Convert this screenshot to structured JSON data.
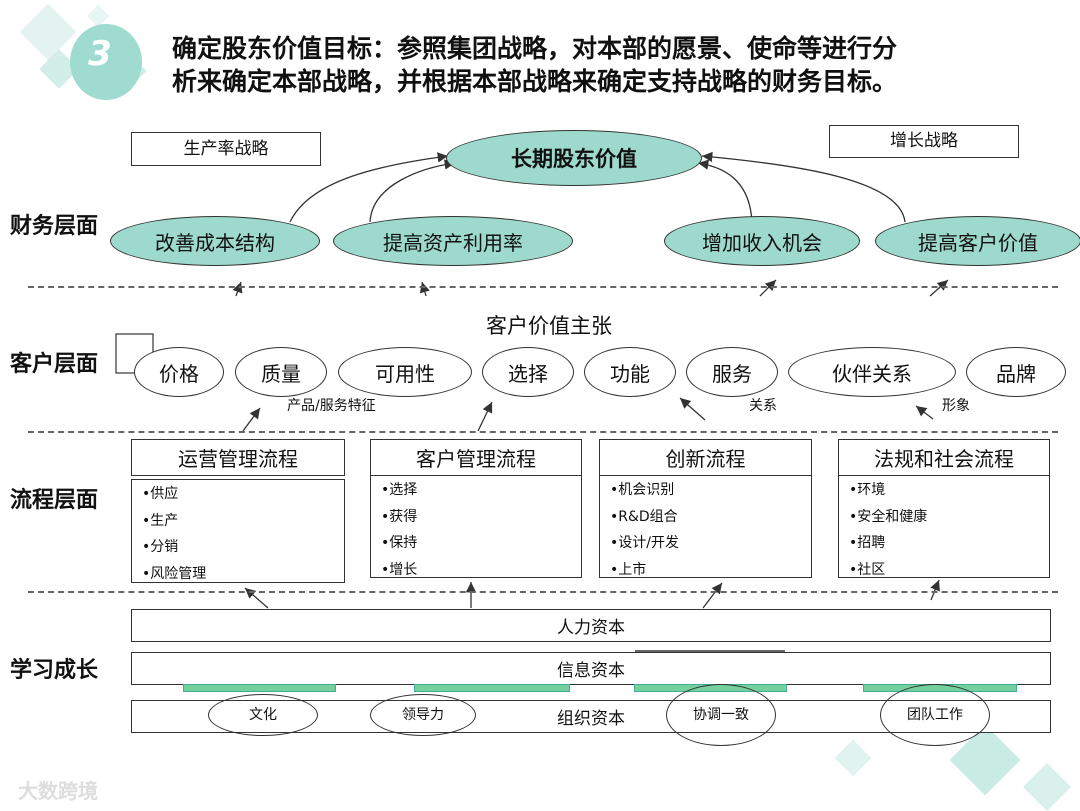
{
  "header": {
    "number": "3",
    "title_line1": "确定股东价值目标：参照集团战略，对本部的愿景、使命等进行分",
    "title_line2": "析来确定本部战略，并根据本部战略来确定支持战略的财务目标。"
  },
  "layers": {
    "financial": "财务层面",
    "customer": "客户层面",
    "process": "流程层面",
    "learning": "学习成长"
  },
  "financial": {
    "productivity_strategy": "生产率战略",
    "growth_strategy": "增长战略",
    "top_goal": "长期股东价值",
    "goals": [
      "改善成本结构",
      "提高资产利用率",
      "增加收入机会",
      "提高客户价值"
    ]
  },
  "customer": {
    "title": "客户价值主张",
    "items": [
      "价格",
      "质量",
      "可用性",
      "选择",
      "功能",
      "服务",
      "伙伴关系",
      "品牌"
    ],
    "group_labels": [
      "产品/服务特征",
      "关系",
      "形象"
    ]
  },
  "process": {
    "columns": [
      {
        "title": "运营管理流程",
        "items": [
          "•供应",
          "•生产",
          "•分销",
          "•风险管理"
        ]
      },
      {
        "title": "客户管理流程",
        "items": [
          "•选择",
          "•获得",
          "•保持",
          "•增长"
        ]
      },
      {
        "title": "创新流程",
        "items": [
          "•机会识别",
          "•R&D组合",
          "•设计/开发",
          "•上市"
        ]
      },
      {
        "title": "法规和社会流程",
        "items": [
          "•环境",
          "•安全和健康",
          "•招聘",
          "•社区"
        ]
      }
    ]
  },
  "learning": {
    "human_capital": "人力资本",
    "information_capital": "信息资本",
    "organization_capital": "组织资本",
    "org_elements": [
      "文化",
      "领导力",
      "协调一致",
      "团队工作"
    ]
  },
  "watermark": "大数跨境",
  "colors": {
    "teal": "#9dd9cc",
    "green": "#74d19c",
    "dash": "#666666"
  }
}
